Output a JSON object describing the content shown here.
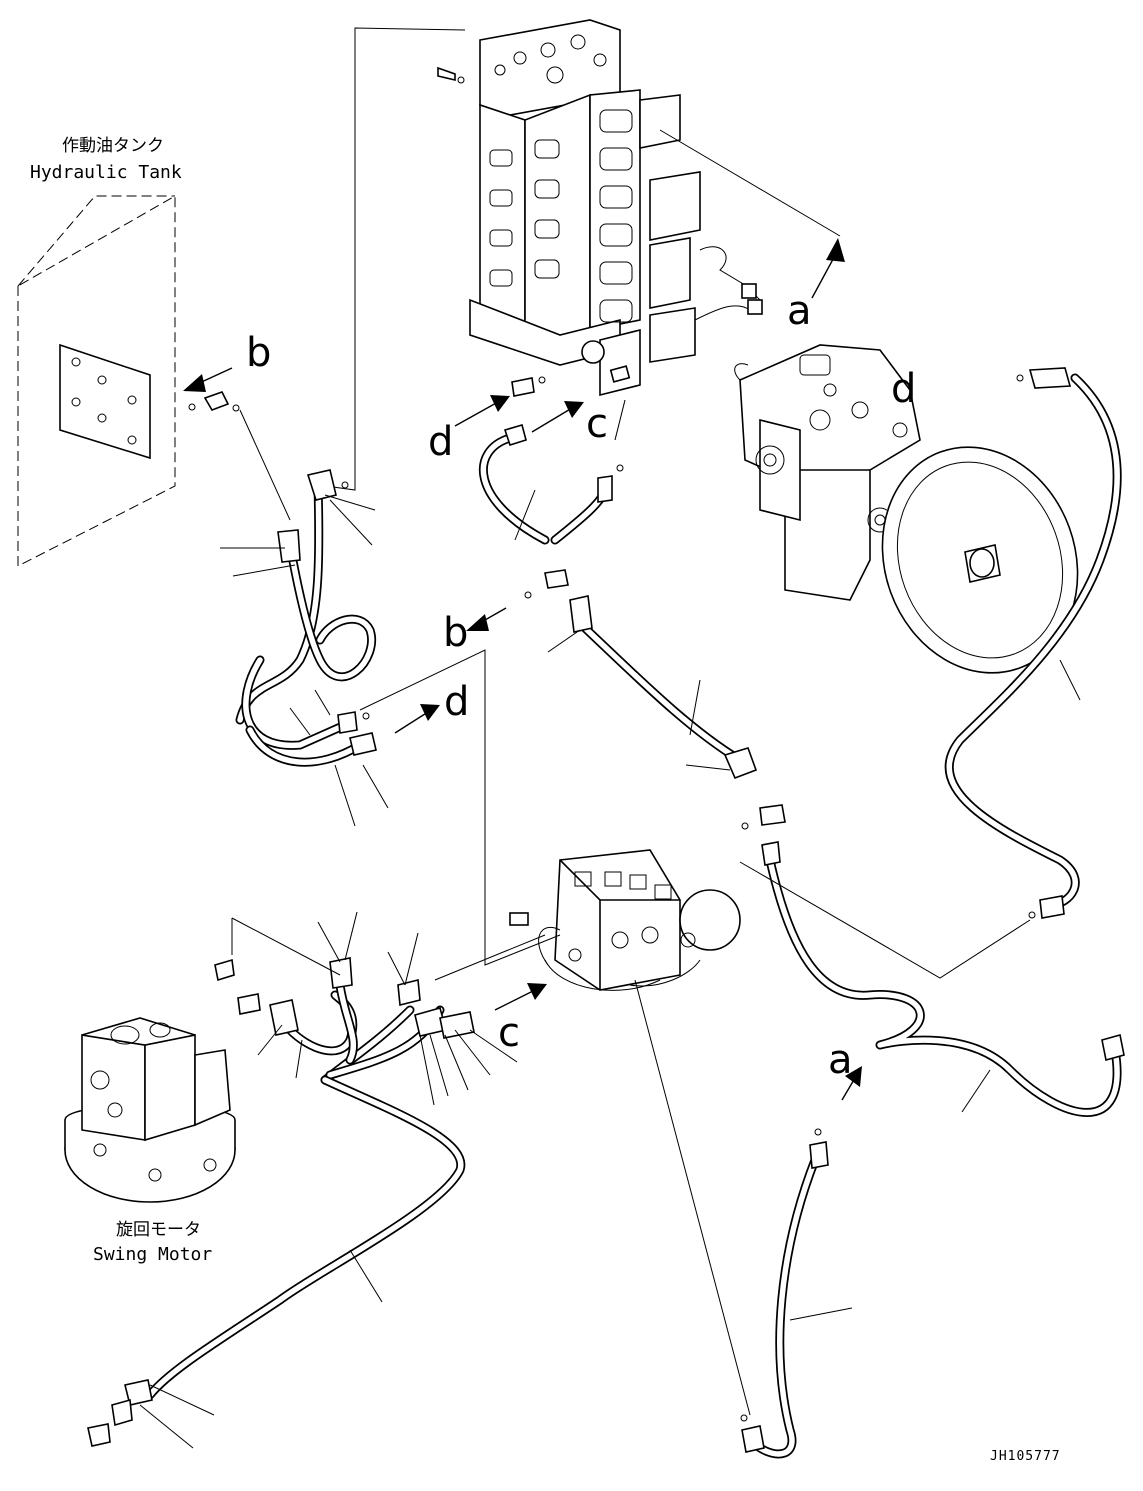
{
  "labels": {
    "tank_jp": "作動油タンク",
    "tank_en": "Hydraulic Tank",
    "motor_jp": "旋回モータ",
    "motor_en": "Swing Motor"
  },
  "connectors": {
    "a": "a",
    "b": "b",
    "c": "c",
    "d": "d"
  },
  "ref_code": "JH105777"
}
